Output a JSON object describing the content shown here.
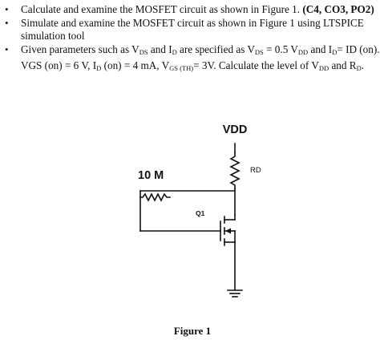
{
  "bullets": [
    {
      "text": "Calculate and examine the MOSFET circuit as shown in Figure 1. ",
      "bold": "(C4, CO3, PO2)"
    },
    {
      "line1": "Simulate and examine the MOSFET circuit as shown in Figure 1 using LTSPICE",
      "line2": "simulation tool"
    },
    {
      "given": {
        "t1": "Given parameters such as V",
        "ds1": "DS",
        "t2": " and I",
        "d1": "D",
        "t3": " are specified as V",
        "ds2": "DS",
        "t4": " = 0.5 V",
        "dd1": "DD",
        "t5": " and I",
        "d2": "D",
        "t6": "= ID (on).",
        "t7": "VGS (on) = 6 V, I",
        "d3": "D",
        "t8": " (on) = 4 mA, V",
        "gsth": "GS (TH)",
        "t9": "= 3V. Calculate the level of V",
        "dd2": "DD",
        "t10": " and R",
        "d4": "D",
        "t11": "."
      }
    }
  ],
  "circuit": {
    "vdd_label": "VDD",
    "rd_label": "RD",
    "rg_value": "10 M",
    "transistor_label": "Q1"
  },
  "figure_caption": "Figure 1"
}
